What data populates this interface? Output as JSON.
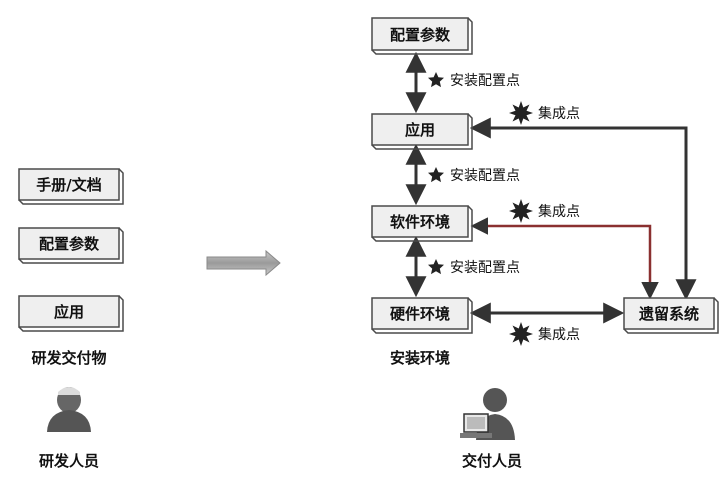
{
  "left": {
    "deliverables": [
      "手册/文档",
      "配置参数",
      "应用"
    ],
    "caption": "研发交付物",
    "person_label": "研发人员"
  },
  "right": {
    "stack": [
      "配置参数",
      "应用",
      "软件环境",
      "硬件环境"
    ],
    "legacy": "遗留系统",
    "install_points": [
      "安装配置点",
      "安装配置点",
      "安装配置点"
    ],
    "integration_points": [
      "集成点",
      "集成点",
      "集成点"
    ],
    "caption": "安装环境",
    "person_label": "交付人员"
  },
  "icons": {
    "developer": "developer-person-icon",
    "deliverer": "deliverer-person-with-computer-icon",
    "install_star": "five-point-star-icon",
    "integration_star": "burst-star-icon",
    "transfer_arrow": "big-right-arrow-icon"
  },
  "colors": {
    "box_fill": "#efefef",
    "box_border": "#4a4a4a",
    "arrow": "#333333",
    "arrow_red": "#8a3030"
  }
}
